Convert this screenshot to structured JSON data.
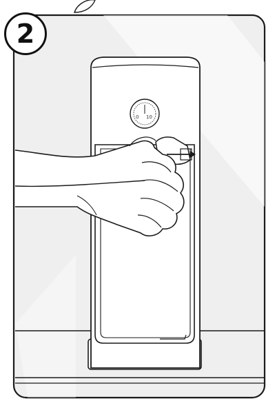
{
  "step": {
    "number": "2"
  },
  "dial": {
    "label_left": "0",
    "label_right": "10"
  },
  "colors": {
    "line": "#1a1a1a",
    "panel": "#efefef",
    "background": "#ffffff"
  },
  "icons": {
    "leaf": "leaf-icon",
    "arrow": "arrow-right-icon"
  }
}
